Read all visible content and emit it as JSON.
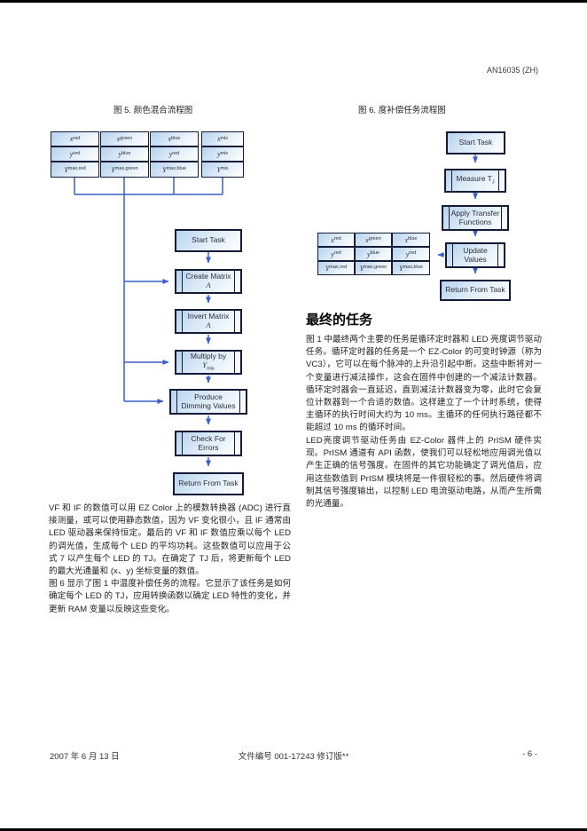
{
  "header": {
    "doc_id": "AN16035 (ZH)"
  },
  "figures": {
    "fig5": {
      "title": "图 5. 颜色混合流程图",
      "grid_main": [
        {
          "b": "x",
          "s": "red"
        },
        {
          "b": "x",
          "s": "green"
        },
        {
          "b": "x",
          "s": "blue"
        },
        {
          "b": "y",
          "s": "red"
        },
        {
          "b": "y",
          "s": "blue"
        },
        {
          "b": "y",
          "s": "red"
        },
        {
          "b": "Y",
          "s": "max,red"
        },
        {
          "b": "Y",
          "s": "max,green"
        },
        {
          "b": "Y",
          "s": "max,blue"
        }
      ],
      "grid_mix": [
        {
          "b": "x",
          "s": "mix"
        },
        {
          "b": "y",
          "s": "mix"
        },
        {
          "b": "Y",
          "s": "mix"
        }
      ],
      "boxes": {
        "start": "Start Task",
        "create_l1": "Create Matrix",
        "create_l2": "A",
        "invert_l1": "Invert Matrix",
        "invert_l2": "A",
        "multiply_l1": "Multiply by",
        "multiply_l2b": "Y",
        "multiply_l2s": "mix",
        "produce_l1": "Produce",
        "produce_l2": "Dimming Values",
        "check_l1": "Check For",
        "check_l2": "Errors",
        "return": "Return From Task"
      }
    },
    "fig6": {
      "title": "图 6. 度补偿任务流程图",
      "grid_main": [
        {
          "b": "x",
          "s": "red"
        },
        {
          "b": "x",
          "s": "green"
        },
        {
          "b": "x",
          "s": "blue"
        },
        {
          "b": "y",
          "s": "red"
        },
        {
          "b": "y",
          "s": "blue"
        },
        {
          "b": "y",
          "s": "red"
        },
        {
          "b": "Y",
          "s": "max,red"
        },
        {
          "b": "Y",
          "s": "max,green"
        },
        {
          "b": "Y",
          "s": "max,blue"
        }
      ],
      "boxes": {
        "start": "Start Task",
        "measure_b": "Measure T",
        "measure_s": "J",
        "apply_l1": "Apply Transfer",
        "apply_l2": "Functions",
        "update_l1": "Update",
        "update_l2": "Values",
        "return": "Return From Task"
      }
    }
  },
  "body": {
    "left_para1": "VF 和 IF 的数值可以用 EZ Color 上的模数转换器 (ADC) 进行直接测量，或可以使用静态数值，因为 VF 变化很小，且 IF 通常由 LED 驱动器来保持恒定。最后的 VF 和 IF 数值应乘以每个 LED 的调光值，生成每个 LED 的平均功耗。这些数值可以应用于公式 7 以产生每个 LED 的 TJ。在确定了 TJ 后，将更新每个 LED 的最大光通量和 (x、y) 坐标变量的数值。",
    "left_para2": "图 6 显示了图 1 中温度补偿任务的流程。它显示了该任务是如何确定每个 LED 的 TJ，应用转换函数以确定 LED 特性的变化，并更新 RAM 变量以反映这些变化。",
    "right_heading": "最终的任务",
    "right_para1": "图 1 中最终两个主要的任务是循环定时器和 LED 亮度调节驱动任务。循环定时器的任务是一个 EZ-Color 的可变时钟源（称为 VC3），它可以在每个脉冲的上升沿引起中断。这些中断将对一个变量进行减法操作，这会在固件中创建的一个减法计数器。循环定时器会一直延迟，直到减法计数器变为零，此时它会复位计数器到一个合适的数值。这样建立了一个计时系统，使得主循环的执行时间大约为 10 ms。主循环的任何执行路径都不能超过 10 ms 的循环时间。",
    "right_para2": "LED亮度调节驱动任务由 EZ-Color 器件上的 PrISM 硬件实现。PrISM 通道有 API 函数，使我们可以轻松地应用调光值以产生正确的信号强度。在固件的其它功能确定了调光值后，应用这些数值到 PrISM 模块将是一件很轻松的事。然后硬件将调制其信号强度输出，以控制 LED 电流驱动电路，从而产生所需的光通量。"
  },
  "footer": {
    "date": "2007 年 6 月 13 日",
    "doc_ref": "文件编号 001-17243 修订版**",
    "page": "- 6 -"
  },
  "colors": {
    "box_border": "#141b3a",
    "box_fill_top": "#b7d2ee",
    "box_fill_bottom": "#ffffff",
    "arrow": "#3a5fc8",
    "edge_bar": "#000000"
  }
}
